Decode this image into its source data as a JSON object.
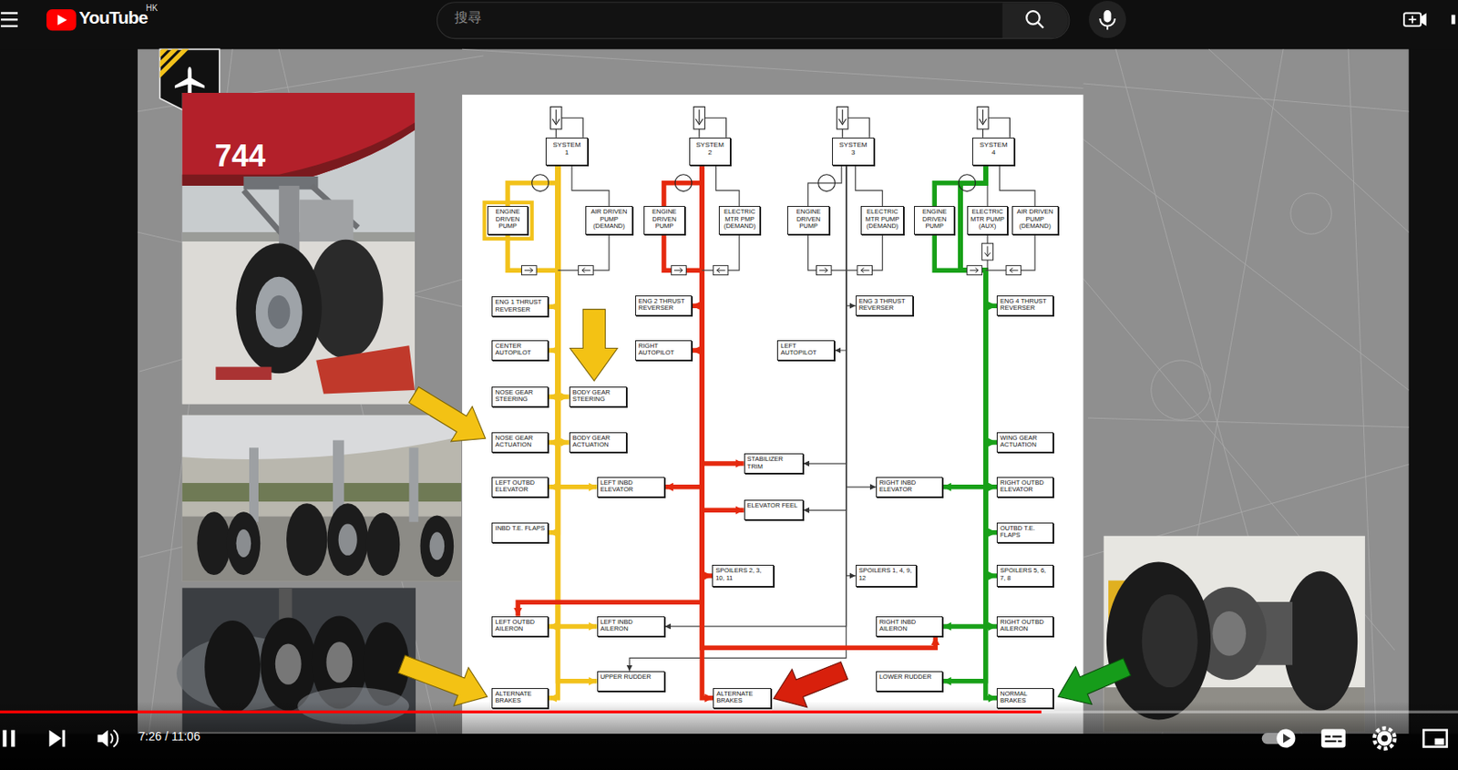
{
  "diagram": {
    "nodes": [
      {
        "text": [
          "SYSTEM 1"
        ]
      },
      {
        "text": [
          "SYSTEM 2"
        ]
      },
      {
        "text": [
          "SYSTEM 3"
        ]
      },
      {
        "text": [
          "SYSTEM 4"
        ]
      },
      {
        "text": [
          "ENGINE DRIVEN PUMP"
        ]
      },
      {
        "text": [
          "AIR DRIVEN PUMP (DEMAND)"
        ]
      },
      {
        "text": [
          "ENGINE DRIVEN PUMP"
        ]
      },
      {
        "text": [
          "ELECTRIC MTR PMP (DEMAND)"
        ]
      },
      {
        "text": [
          "ENGINE DRIVEN PUMP"
        ]
      },
      {
        "text": [
          "ELECTRIC MTR PUMP (DEMAND)"
        ]
      },
      {
        "text": [
          "ENGINE DRIVEN PUMP"
        ]
      },
      {
        "text": [
          "ELECTRIC MTR PUMP (AUX)"
        ]
      },
      {
        "text": [
          "AIR DRIVEN PUMP (DEMAND)"
        ]
      },
      {
        "text": [
          "ENG 1 THRUST REVERSER"
        ]
      },
      {
        "text": [
          "ENG 2 THRUST REVERSER"
        ]
      },
      {
        "text": [
          "ENG 3 THRUST REVERSER"
        ]
      },
      {
        "text": [
          "ENG 4 THRUST REVERSER"
        ]
      },
      {
        "text": [
          "CENTER AUTOPILOT"
        ]
      },
      {
        "text": [
          "RIGHT AUTOPILOT"
        ]
      },
      {
        "text": [
          "LEFT AUTOPILOT"
        ]
      },
      {
        "text": [
          "NOSE GEAR STEERING"
        ]
      },
      {
        "text": [
          "BODY GEAR STEERING"
        ]
      },
      {
        "text": [
          "NOSE GEAR ACTUATION"
        ]
      },
      {
        "text": [
          "BODY GEAR ACTUATION"
        ]
      },
      {
        "text": [
          "WING GEAR ACTUATION"
        ]
      },
      {
        "text": [
          "STABILIZER TRIM"
        ]
      },
      {
        "text": [
          "LEFT OUTBD ELEVATOR"
        ]
      },
      {
        "text": [
          "LEFT INBD ELEVATOR"
        ]
      },
      {
        "text": [
          "RIGHT INBD ELEVATOR"
        ]
      },
      {
        "text": [
          "RIGHT OUTBD ELEVATOR"
        ]
      },
      {
        "text": [
          "ELEVATOR FEEL"
        ]
      },
      {
        "text": [
          "INBD T.E. FLAPS"
        ]
      },
      {
        "text": [
          "OUTBD T.E. FLAPS"
        ]
      },
      {
        "text": [
          "SPOILERS 2, 3, 10, 11"
        ]
      },
      {
        "text": [
          "SPOILERS 1, 4, 9, 12"
        ]
      },
      {
        "text": [
          "SPOILERS 5, 6, 7, 8"
        ]
      },
      {
        "text": [
          "LEFT OUTBD AILERON"
        ]
      },
      {
        "text": [
          "LEFT INBD AILERON"
        ]
      },
      {
        "text": [
          "RIGHT INBD AILERON"
        ]
      },
      {
        "text": [
          "RIGHT OUTBD AILERON"
        ]
      },
      {
        "text": [
          "UPPER RUDDER"
        ]
      },
      {
        "text": [
          "LOWER RUDDER"
        ]
      },
      {
        "text": [
          "ALTERNATE BRAKES"
        ]
      },
      {
        "text": [
          "ALTERNATE BRAKES"
        ]
      },
      {
        "text": [
          "NORMAL BRAKES"
        ]
      }
    ],
    "edges": [
      {
        "from": 0,
        "to": 4,
        "arrow": "none"
      },
      {
        "from": 0,
        "to": 5,
        "arrow": "none"
      },
      {
        "from": 0,
        "to": 13,
        "arrow": "to"
      },
      {
        "from": 0,
        "to": 17,
        "arrow": "to"
      },
      {
        "from": 0,
        "to": 20,
        "arrow": "to"
      },
      {
        "from": 0,
        "to": 21,
        "arrow": "to"
      },
      {
        "from": 0,
        "to": 22,
        "arrow": "to"
      },
      {
        "from": 0,
        "to": 23,
        "arrow": "to"
      },
      {
        "from": 0,
        "to": 26,
        "arrow": "to"
      },
      {
        "from": 0,
        "to": 27,
        "arrow": "to"
      },
      {
        "from": 0,
        "to": 31,
        "arrow": "to"
      },
      {
        "from": 0,
        "to": 36,
        "arrow": "to"
      },
      {
        "from": 0,
        "to": 37,
        "arrow": "to"
      },
      {
        "from": 0,
        "to": 40,
        "arrow": "to"
      },
      {
        "from": 0,
        "to": 42,
        "arrow": "to"
      },
      {
        "from": 1,
        "to": 6,
        "arrow": "none"
      },
      {
        "from": 1,
        "to": 7,
        "arrow": "none"
      },
      {
        "from": 1,
        "to": 14,
        "arrow": "to"
      },
      {
        "from": 1,
        "to": 18,
        "arrow": "to"
      },
      {
        "from": 1,
        "to": 27,
        "arrow": "to"
      },
      {
        "from": 1,
        "to": 25,
        "arrow": "to"
      },
      {
        "from": 1,
        "to": 30,
        "arrow": "to"
      },
      {
        "from": 1,
        "to": 33,
        "arrow": "to"
      },
      {
        "from": 1,
        "to": 36,
        "arrow": "to"
      },
      {
        "from": 1,
        "to": 38,
        "arrow": "to"
      },
      {
        "from": 1,
        "to": 43,
        "arrow": "to"
      },
      {
        "from": 2,
        "to": 8,
        "arrow": "none"
      },
      {
        "from": 2,
        "to": 9,
        "arrow": "none"
      },
      {
        "from": 2,
        "to": 15,
        "arrow": "to"
      },
      {
        "from": 2,
        "to": 19,
        "arrow": "to"
      },
      {
        "from": 2,
        "to": 25,
        "arrow": "to"
      },
      {
        "from": 2,
        "to": 30,
        "arrow": "to"
      },
      {
        "from": 2,
        "to": 28,
        "arrow": "to"
      },
      {
        "from": 2,
        "to": 34,
        "arrow": "to"
      },
      {
        "from": 2,
        "to": 37,
        "arrow": "to"
      },
      {
        "from": 2,
        "to": 40,
        "arrow": "to"
      },
      {
        "from": 3,
        "to": 10,
        "arrow": "none"
      },
      {
        "from": 3,
        "to": 11,
        "arrow": "none"
      },
      {
        "from": 3,
        "to": 12,
        "arrow": "none"
      },
      {
        "from": 3,
        "to": 16,
        "arrow": "to"
      },
      {
        "from": 3,
        "to": 24,
        "arrow": "to"
      },
      {
        "from": 3,
        "to": 28,
        "arrow": "to"
      },
      {
        "from": 3,
        "to": 29,
        "arrow": "to"
      },
      {
        "from": 3,
        "to": 32,
        "arrow": "to"
      },
      {
        "from": 3,
        "to": 35,
        "arrow": "to"
      },
      {
        "from": 3,
        "to": 38,
        "arrow": "to"
      },
      {
        "from": 3,
        "to": 39,
        "arrow": "to"
      },
      {
        "from": 3,
        "to": 41,
        "arrow": "to"
      },
      {
        "from": 3,
        "to": 44,
        "arrow": "to"
      }
    ],
    "labels": [
      "YouTube",
      "HK",
      "搜尋",
      "744",
      "7:26 / 11:06"
    ]
  }
}
